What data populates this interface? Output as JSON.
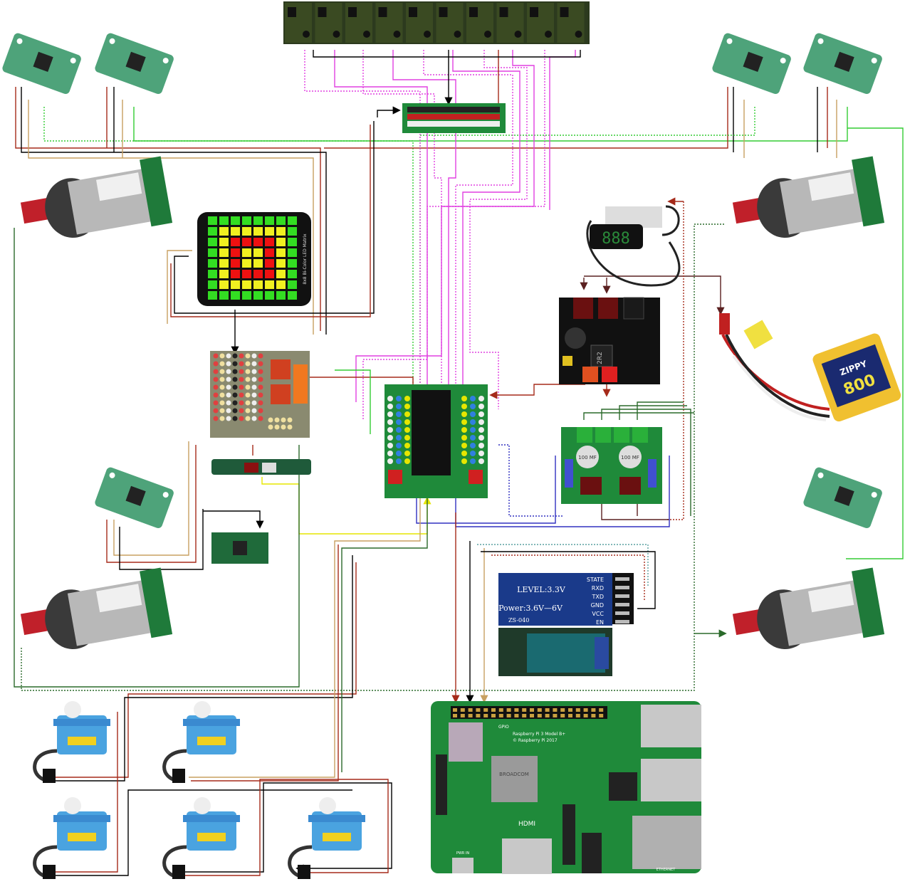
{
  "bt_module": {
    "pins": [
      "STATE",
      "RXD",
      "TXD",
      "GND",
      "VCC",
      "EN"
    ],
    "level": "LEVEL:3.3V",
    "power": "Power:3.6V—6V",
    "model": "ZS-040"
  },
  "voltmeter": {
    "reading": "888"
  },
  "battery": {
    "brand": "ZIPPY",
    "capacity": "800"
  },
  "regulator": {
    "label": "2R2"
  },
  "rpi": {
    "model": "Raspberry Pi 3 Model B+",
    "copyright": "© Raspberry Pi 2017",
    "hdmi": "HDMI",
    "gpio": "GPIO",
    "ethernet": "ETHERNET",
    "pwr": "PWR IN",
    "chip": "BROADCOM"
  },
  "motor_driver": {
    "cap1": "100 MF",
    "cap2": "100 MF"
  },
  "matrix": {
    "label": "8x8 Bi-Color LED Matrix"
  },
  "colors": {
    "pcb_green": "#1f8a3a",
    "pcb_dark": "#111111",
    "wire_red": "#a52a1a",
    "wire_black": "#000000",
    "wire_tan": "#c8a060",
    "wire_green": "#33cc33",
    "wire_magenta": "#e040e0",
    "wire_blue": "#3030c0",
    "wire_yellow": "#e6e600",
    "servo_blue": "#4aa3e0",
    "sensor_green": "#4ea37a"
  }
}
